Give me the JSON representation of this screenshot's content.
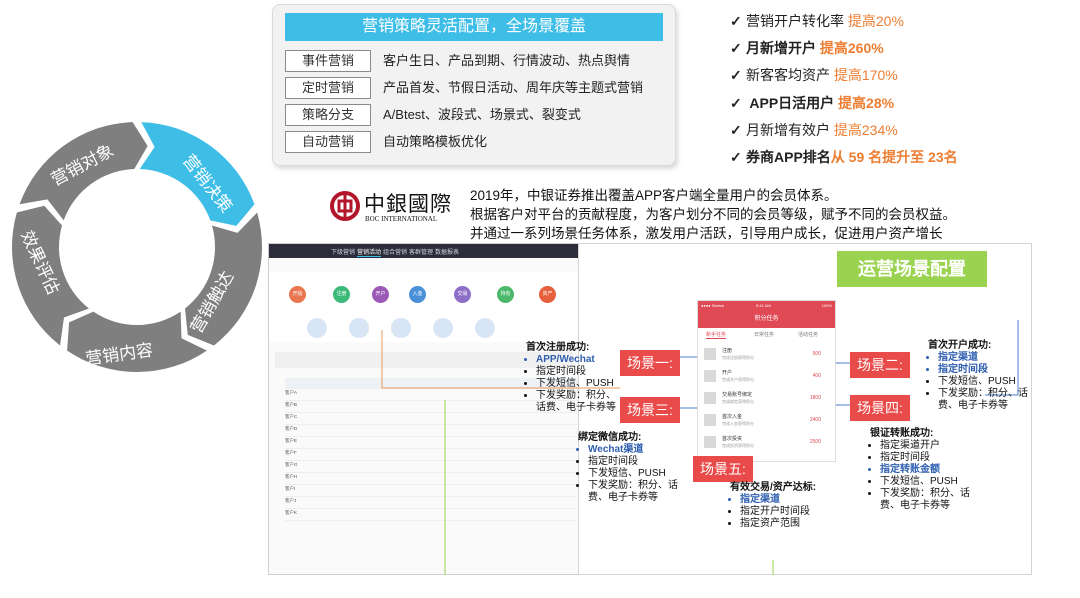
{
  "cycle": {
    "stages": [
      "营销对象",
      "营销决策",
      "营销触达",
      "营销内容",
      "效果评估"
    ]
  },
  "strategy": {
    "title": "营销策略灵活配置，全场景覆盖",
    "rows": [
      {
        "tag": "事件营销",
        "desc": "客户生日、产品到期、行情波动、热点舆情"
      },
      {
        "tag": "定时营销",
        "desc": "产品首发、节假日活动、周年庆等主题式营销"
      },
      {
        "tag": "策略分支",
        "desc": "A/Btest、波段式、场景式、裂变式"
      },
      {
        "tag": "自动营销",
        "desc": "自动策略模板优化"
      }
    ]
  },
  "metrics": [
    {
      "label": "营销开户转化率 ",
      "value": "提高20%"
    },
    {
      "label": "月新增开户 ",
      "value": "提高260%"
    },
    {
      "label": "新客客均资产 ",
      "value": "提高170%"
    },
    {
      "label": " APP日活用户 ",
      "value": "提高28%"
    },
    {
      "label": "月新增有效户 ",
      "value": "提高234%"
    },
    {
      "label": "券商APP排名",
      "value": "从 59 名提升至 23名"
    }
  ],
  "boc": {
    "name_cn": "中銀國際",
    "name_en": "BOC INTERNATIONAL",
    "intro": [
      "2019年，中银证券推出覆盖APP客户端全量用户的会员体系。",
      "根据客户对平台的贡献程度，为客户划分不同的会员等级，赋予不同的会员权益。",
      "并通过一系列场景任务体系，激发用户活跃，引导用户成长，促进用户资产增长"
    ]
  },
  "config_title": "运营场景配置",
  "phone": {
    "status_left": "●●●● Sketch",
    "status_mid": "9:41 AM",
    "status_right": "100%",
    "header": "积分任务",
    "tabs": [
      "新手任务",
      "日常任务",
      "活动任务"
    ],
    "items": [
      {
        "title": "注册",
        "sub": "完成注册获得积分",
        "points": "500"
      },
      {
        "title": "开户",
        "sub": "完成开户获得积分",
        "points": "400"
      },
      {
        "title": "交易账号绑定",
        "sub": "完成绑定获得积分",
        "points": "1800"
      },
      {
        "title": "首次入金",
        "sub": "完成入金获得积分",
        "points": "2400"
      },
      {
        "title": "首次投资",
        "sub": "完成投资获得积分",
        "points": "2500"
      }
    ]
  },
  "scenes": [
    "场景一:",
    "场景二:",
    "场景三:",
    "场景四:",
    "场景五:"
  ],
  "tips": {
    "s1": {
      "head": "首次注册成功:",
      "blue": "APP/Wechat",
      "items": [
        "指定时间段",
        "下发短信、PUSH",
        "下发奖励：积分、话费、电子卡券等"
      ]
    },
    "s3": {
      "head": "绑定微信成功:",
      "blue": "Wechat渠道",
      "items": [
        "指定时间段",
        "下发短信、PUSH",
        "下发奖励：积分、话费、电子卡券等"
      ]
    },
    "s2": {
      "head": "首次开户成功:",
      "blue1": "指定渠道",
      "blue2": "指定时间段",
      "items": [
        "下发短信、PUSH",
        "下发奖励：积分、话费、电子卡券等"
      ]
    },
    "s4": {
      "head": "银证转账成功:",
      "items1": [
        "指定渠道开户",
        "指定时间段"
      ],
      "blue": "指定转账金额",
      "items2": [
        "下发短信、PUSH",
        "下发奖励：积分、话费、电子卡券等"
      ]
    },
    "s5": {
      "head": "有效交易/资产达标:",
      "blue": "指定渠道",
      "items": [
        "指定开户时间段",
        "指定资产范围"
      ]
    }
  },
  "shot": {
    "nav": [
      "下级营销",
      "营销活动",
      "组合营销",
      "客群管理",
      "数据报表"
    ],
    "flow": [
      "开始",
      "注册",
      "开户",
      "入金",
      "交易",
      "持有",
      "资产"
    ],
    "rows": [
      "客户A",
      "客户B",
      "客户C",
      "客户D",
      "客户E",
      "客户F",
      "客户G",
      "客户H",
      "客户I",
      "客户J",
      "客户K"
    ]
  },
  "colors": {
    "accent": "#3ebde6",
    "orange": "#ed7d31",
    "scene": "#e94b4b",
    "green": "#9ad34f",
    "blue": "#2f5fb0"
  }
}
